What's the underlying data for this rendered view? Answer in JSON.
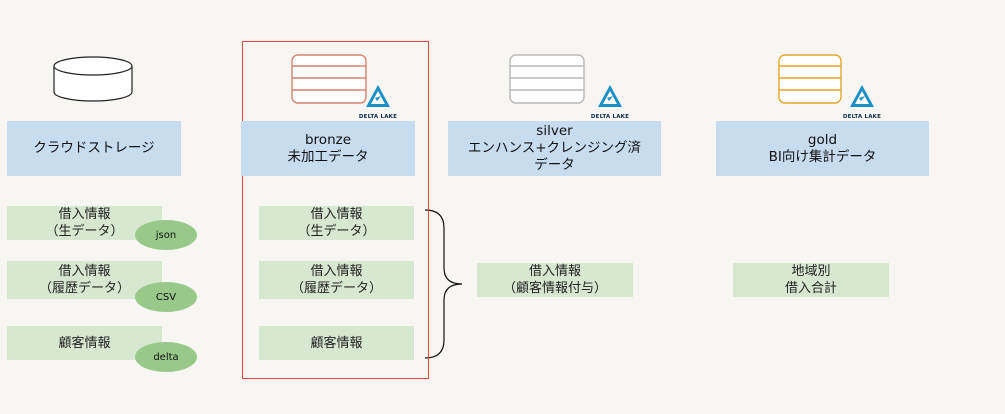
{
  "columns": {
    "storage": {
      "title": "クラウドストレージ"
    },
    "bronze": {
      "title_line1": "bronze",
      "title_line2": "未加工データ"
    },
    "silver": {
      "title_line1": "silver",
      "title_line2": "エンハンス+クレンジング済",
      "title_line3": "データ"
    },
    "gold": {
      "title_line1": "gold",
      "title_line2": "BI向け集計データ"
    }
  },
  "storage_items": [
    {
      "line1": "借入情報",
      "line2": "（生データ）",
      "format": "json"
    },
    {
      "line1": "借入情報",
      "line2": "（履歴データ）",
      "format": "CSV"
    },
    {
      "line1": "顧客情報",
      "line2": "",
      "format": "delta"
    }
  ],
  "bronze_items": [
    {
      "line1": "借入情報",
      "line2": "（生データ）"
    },
    {
      "line1": "借入情報",
      "line2": "（履歴データ）"
    },
    {
      "line1": "顧客情報",
      "line2": ""
    }
  ],
  "silver_item": {
    "line1": "借入情報",
    "line2": "（顧客情報付与）"
  },
  "gold_item": {
    "line1": "地域別",
    "line2": "借入合計"
  },
  "delta_logo_text": "DELTA LAKE",
  "colors": {
    "bronze_db": "#d9846e",
    "silver_db": "#b8b8b8",
    "gold_db": "#e4a52a",
    "storage_db": "#222222",
    "frame": "#e0473f",
    "delta": "#1a8fc9"
  }
}
